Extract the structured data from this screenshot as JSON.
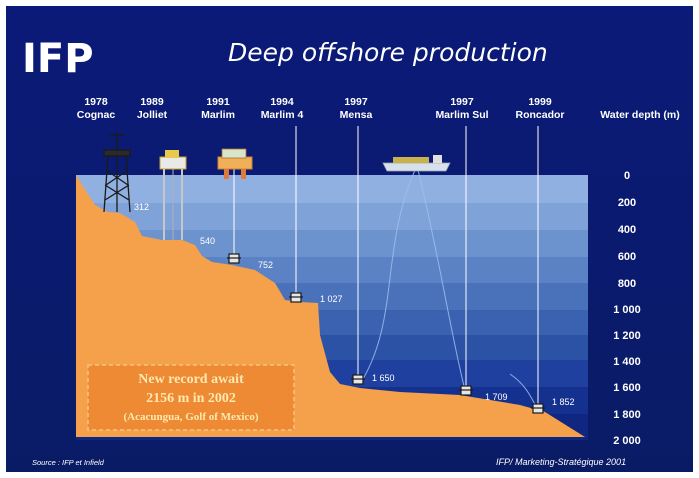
{
  "logo": "IFP",
  "title": "Deep offshore production",
  "depth_axis": {
    "header": "Water depth (m)",
    "ticks": [
      "0",
      "200",
      "400",
      "600",
      "800",
      "1 000",
      "1 200",
      "1 400",
      "1 600",
      "1 800",
      "2 000"
    ]
  },
  "milestones": [
    {
      "year": "1978",
      "name": "Cognac",
      "depth_label": "312",
      "depth": 312,
      "facility": "fixed-jacket"
    },
    {
      "year": "1989",
      "name": "Jolliet",
      "depth_label": "540",
      "depth": 540,
      "facility": "tension-leg-platform"
    },
    {
      "year": "1991",
      "name": "Marlim",
      "depth_label": "752",
      "depth": 752,
      "facility": "floating-production-unit"
    },
    {
      "year": "1994",
      "name": "Marlim 4",
      "depth_label": "1 027",
      "depth": 1027,
      "facility": "subsea-wellhead"
    },
    {
      "year": "1997",
      "name": "Mensa",
      "depth_label": "1 650",
      "depth": 1650,
      "facility": "subsea-wellhead"
    },
    {
      "year": "1997",
      "name": "Marlim Sul",
      "depth_label": "1 709",
      "depth": 1709,
      "facility": "subsea-wellhead"
    },
    {
      "year": "1999",
      "name": "Roncador",
      "depth_label": "1 852",
      "depth": 1852,
      "facility": "subsea-wellhead"
    }
  ],
  "callout": {
    "line1": "New record await",
    "line2": "2156 m in 2002",
    "line3": "(Acacungua, Golf of Mexico)"
  },
  "footer": {
    "source": "Source : IFP et  Infield",
    "credit": "IFP/ Marketing-Stratégique 2001"
  },
  "colors": {
    "background": "#0a1e73",
    "seabed": "#f5a04a",
    "callout_box": "#ee8a33",
    "callout_border": "#f6c37f"
  }
}
